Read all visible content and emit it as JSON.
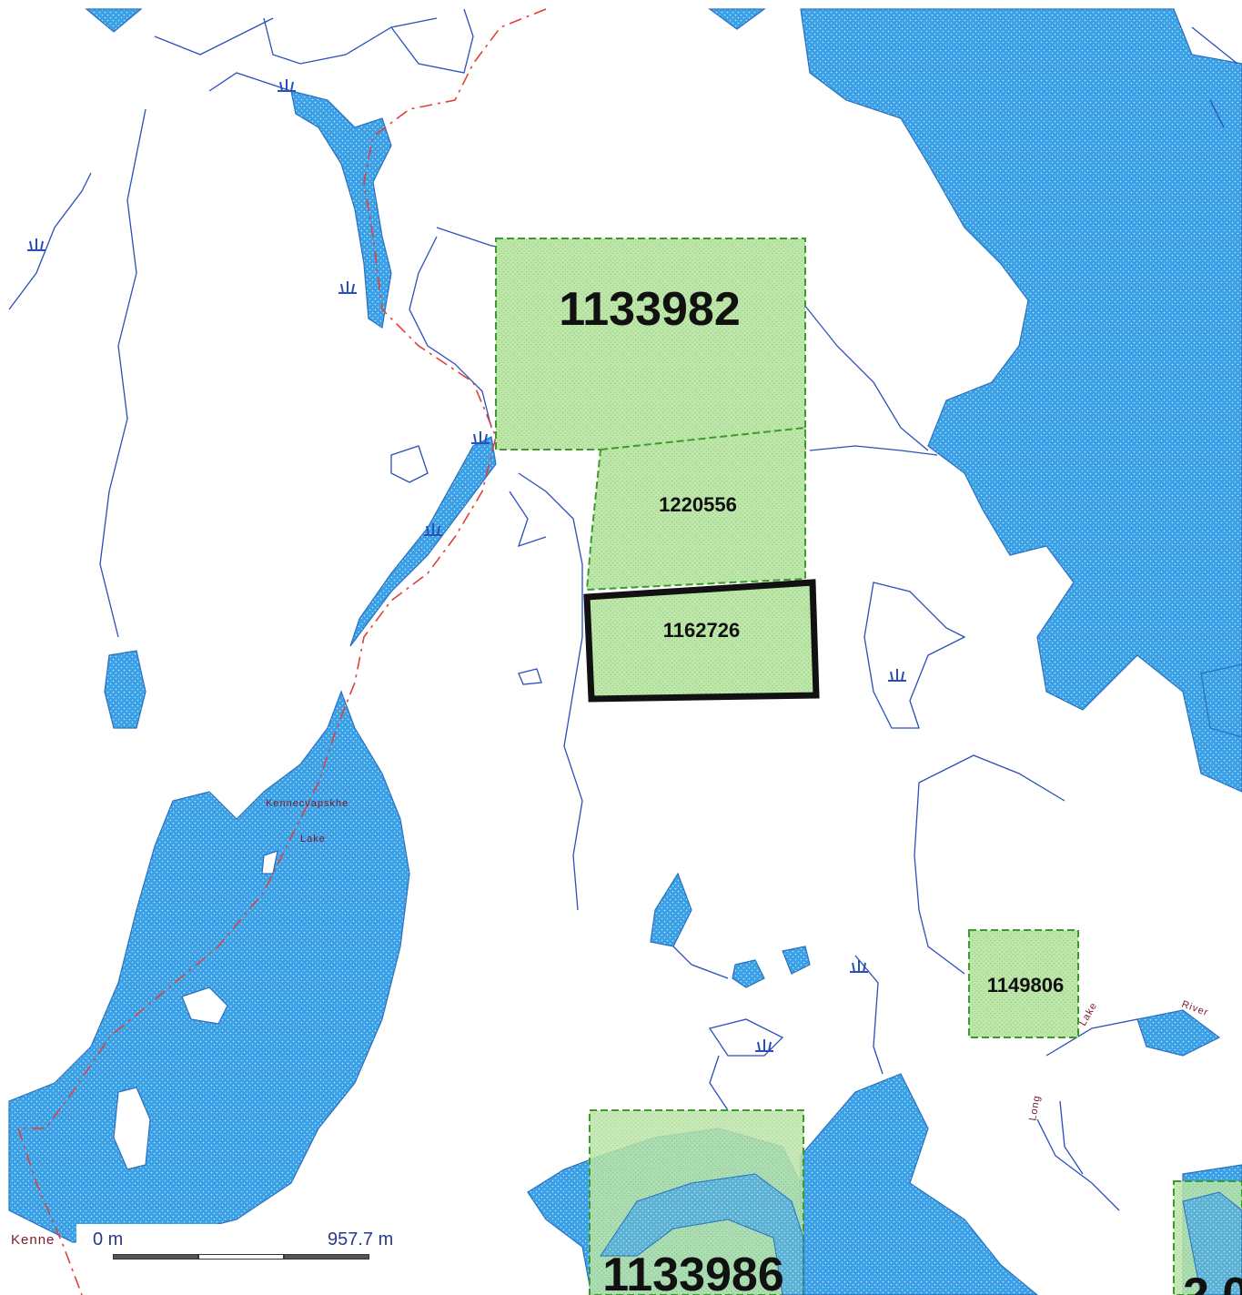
{
  "claims": [
    {
      "id": "1133982"
    },
    {
      "id": "1220556"
    },
    {
      "id": "1162726"
    },
    {
      "id": "1149806"
    },
    {
      "id": "1133986"
    }
  ],
  "places": {
    "lake_name": "Kennecvapskhe",
    "lake_word": "Lake",
    "river_long": "Long",
    "river_lake": "Lake",
    "river_word": "River",
    "kenne_partial": "Kenne"
  },
  "scale": {
    "start": "0 m",
    "end": "957.7 m"
  },
  "partial_label": "2 0",
  "colors": {
    "water": "#3aa0e6",
    "claim_fill": "#b9e3a8",
    "claim_border": "#3f9a2e",
    "stream": "#2a4fb8",
    "trail": "#e0403a",
    "highlight": "#111111"
  }
}
